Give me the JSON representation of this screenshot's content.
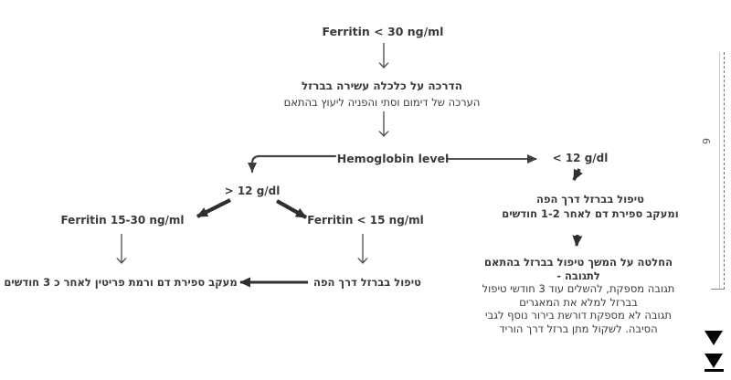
{
  "colors": {
    "text": "#3a3a3a",
    "arrow_thin": "#555555",
    "arrow_medium": "#3d3d3d",
    "arrow_thick": "#2f2f2f",
    "nav_icon": "#050505"
  },
  "flowchart": {
    "start": "Ferritin < 30 ng/ml",
    "guidance": {
      "line1": "הדרכה על כלכלה עשירה בברזל",
      "line2": "הערכה של דימום וסתי והפניה ליעוץ בהתאם"
    },
    "hemoglobin": "Hemoglobin level",
    "hb_above_12": "> 12 g/dl",
    "hb_below_12": "< 12 g/dl",
    "ferritin_15_30": "Ferritin 15-30 ng/ml",
    "ferritin_below_15": "Ferritin < 15 ng/ml",
    "followup_3_months": "מעקב ספירת דם ורמת פריטין לאחר כ 3 חודשים",
    "oral_iron": "טיפול בברזל דרך הפה",
    "oral_iron_followup": {
      "line1": "טיפול בברזל דרך הפה",
      "line2": "ומעקב ספירת דם לאחר 1-2 חודשים"
    },
    "decision": {
      "line1": "החלטה על המשך טיפול בברזל בהתאם",
      "line2": "לתגובה -",
      "line3": "תגובה מספקת, להשלים עוד 3 חודשי טיפול",
      "line4": "בברזל למלא את המאגרים",
      "line5": "תגובה לא מספקת דורשת בירור נוסף לגבי",
      "line6": "הסיבה. לשקול מתן ברזל דרך הוריד"
    }
  },
  "page": {
    "number": "6"
  }
}
